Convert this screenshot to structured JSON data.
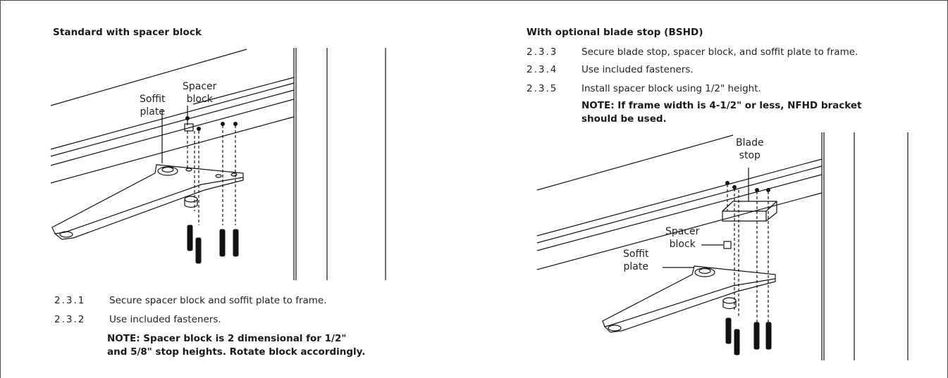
{
  "left": {
    "heading": "Standard with spacer block",
    "steps": [
      {
        "num": "2.3.1",
        "text": "Secure spacer block and soffit plate to frame."
      },
      {
        "num": "2.3.2",
        "text": "Use included fasteners."
      }
    ],
    "note_line1": "NOTE:  Spacer block is 2 dimensional for 1/2\"",
    "note_line2": "and 5/8\" stop heights. Rotate block accordingly.",
    "labels": {
      "soffit_1": "Soffit",
      "soffit_2": "plate",
      "spacer_1": "Spacer",
      "spacer_2": "block"
    }
  },
  "right": {
    "heading": "With optional blade stop (BSHD)",
    "steps": [
      {
        "num": "2.3.3",
        "text": "Secure blade stop, spacer block, and soffit plate to frame."
      },
      {
        "num": "2.3.4",
        "text": "Use included fasteners."
      },
      {
        "num": "2.3.5",
        "text": "Install spacer block using 1/2\" height."
      }
    ],
    "note_line1": "NOTE:  If frame width is 4-1/2\" or less, NFHD bracket",
    "note_line2": "should be used.",
    "labels": {
      "blade_1": "Blade",
      "blade_2": "stop",
      "spacer_1": "Spacer",
      "spacer_2": "block",
      "soffit_1": "Soffit",
      "soffit_2": "plate"
    }
  }
}
